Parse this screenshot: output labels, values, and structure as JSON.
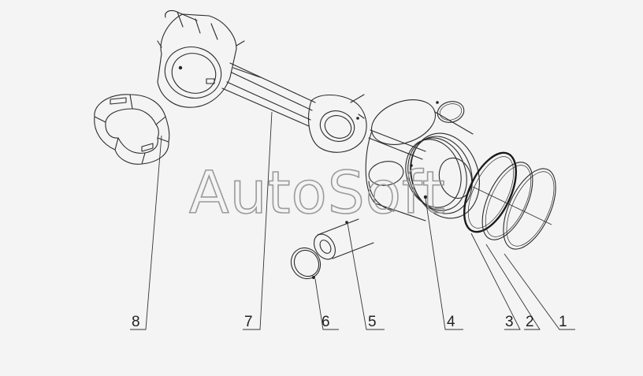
{
  "watermark": "AutoSoft",
  "callouts": [
    "1",
    "2",
    "3",
    "4",
    "5",
    "6",
    "7",
    "8"
  ],
  "parts": [
    {
      "number": "1"
    },
    {
      "number": "2"
    },
    {
      "number": "3"
    },
    {
      "number": "4"
    },
    {
      "number": "5"
    },
    {
      "number": "6"
    },
    {
      "number": "7"
    },
    {
      "number": "8"
    }
  ]
}
